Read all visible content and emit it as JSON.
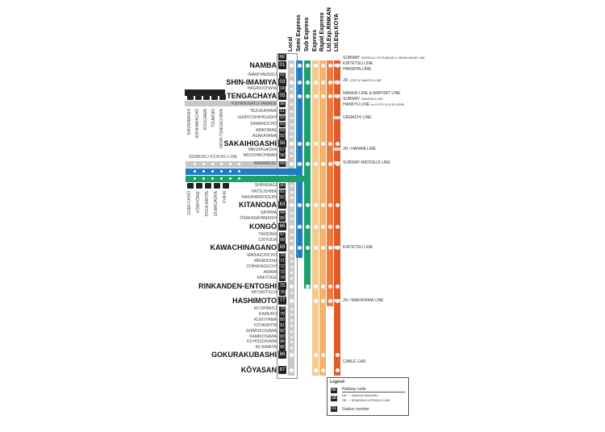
{
  "headers": [
    "Local",
    "Semi Express",
    "Sub Express",
    "Express",
    "Rapid Express",
    "Ltd.Exp.RINKAN",
    "Ltd.Exp.KOYA"
  ],
  "colors": {
    "local": "#c8c8c8",
    "semi": "#1e7bc4",
    "sub": "#1aa06a",
    "express": "#f5c98a",
    "rapid": "#f2b36a",
    "rinkan": "#ee7a3c",
    "koya": "#e35a2a"
  },
  "railway_code": "NK",
  "stations": [
    {
      "name": "NAMBA",
      "num": "01",
      "major": true
    },
    {
      "name": "IMAMIYAEBISU",
      "num": "02",
      "major": false
    },
    {
      "name": "SHIN-IMAMIYA",
      "num": "03",
      "major": true
    },
    {
      "name": "HAGINOCHAYA",
      "num": "04",
      "major": false
    },
    {
      "name": "TENGACHAYA",
      "num": "05",
      "major": true
    },
    {
      "name": "KISHINOSATO-TAMADE",
      "num": "06",
      "major": false
    },
    {
      "name": "TEZUKAYAMA",
      "num": "51",
      "major": false
    },
    {
      "name": "SUMIYOSHIHIGASHI",
      "num": "52",
      "major": false
    },
    {
      "name": "SAWANOCHŌ",
      "num": "53",
      "major": false
    },
    {
      "name": "ABIKOMAE",
      "num": "54",
      "major": false
    },
    {
      "name": "ASAKAYAMA",
      "num": "55",
      "major": false
    },
    {
      "name": "SAKAIHIGASHI",
      "num": "56",
      "major": true
    },
    {
      "name": "MIKUNIGAOKA",
      "num": "57",
      "major": false
    },
    {
      "name": "MOZUHACHIMAN",
      "num": "58",
      "major": false
    },
    {
      "name": "NAKAMOZU",
      "num": "59",
      "major": false
    },
    {
      "name": "SHIRASAGI",
      "num": "60",
      "major": false
    },
    {
      "name": "HATSUSHIBA",
      "num": "61",
      "major": false
    },
    {
      "name": "HAGIHARATENJIN",
      "num": "62",
      "major": false
    },
    {
      "name": "KITANODA",
      "num": "63",
      "major": true
    },
    {
      "name": "SAYAMA",
      "num": "64",
      "major": false
    },
    {
      "name": "ŌSAKASAYAMASHI",
      "num": "65",
      "major": false
    },
    {
      "name": "KONGŌ",
      "num": "66",
      "major": true
    },
    {
      "name": "TAKIDANI",
      "num": "67",
      "major": false
    },
    {
      "name": "CHIYODA",
      "num": "68",
      "major": false
    },
    {
      "name": "KAWACHINAGANO",
      "num": "69",
      "major": true
    },
    {
      "name": "MIKKAICHICHŌ",
      "num": "70",
      "major": false
    },
    {
      "name": "MIKANODAI",
      "num": "71",
      "major": false
    },
    {
      "name": "CHIHAYAGUCHI",
      "num": "72",
      "major": false
    },
    {
      "name": "AMAMI",
      "num": "73",
      "major": false
    },
    {
      "name": "KIMITŌGE",
      "num": "74",
      "major": false
    },
    {
      "name": "RINKANDEN-ENTOSHI",
      "num": "75",
      "major": true
    },
    {
      "name": "MIYUKITSUJI",
      "num": "76",
      "major": false
    },
    {
      "name": "HASHIMOTO",
      "num": "77",
      "major": true
    },
    {
      "name": "KII-SHIMIZU",
      "num": "78",
      "major": false
    },
    {
      "name": "KAMURO",
      "num": "79",
      "major": false
    },
    {
      "name": "KUDOYAMA",
      "num": "80",
      "major": false
    },
    {
      "name": "KŌYASHITA",
      "num": "81",
      "major": false
    },
    {
      "name": "SHIMOKOSAWA",
      "num": "82",
      "major": false
    },
    {
      "name": "KAMIKOSAWA",
      "num": "83",
      "major": false
    },
    {
      "name": "KII-HOSOKAWA",
      "num": "84",
      "major": false
    },
    {
      "name": "KII-KAMIYA",
      "num": "85",
      "major": false
    },
    {
      "name": "GOKURAKUBASHI",
      "num": "86",
      "major": true
    },
    {
      "name": "KŌYASAN",
      "num": "87",
      "major": true
    }
  ],
  "transfers": [
    {
      "main": "SUBWAY",
      "sub": "MIDŌSUJI, YOTSUBASHI & SENNICHIMAE LINE"
    },
    {
      "main": "KINTETSU LINE",
      "sub": ""
    },
    {
      "main": "HANSHIN LINE",
      "sub": ""
    },
    {
      "main": "JR",
      "sub": "LOOP & YAMATOJI LINE"
    },
    {
      "main": "NANKAI LINE & AIRPORT LINE",
      "sub": ""
    },
    {
      "main": "SUBWAY",
      "sub": "SAKAISUJI LINE"
    },
    {
      "main": "HANKYŪ LINE",
      "sub": "for KYOTO & KITA-SENRI"
    },
    {
      "main": "UEMACHI LINE",
      "sub": ""
    },
    {
      "main": "JR / HANWA LINE",
      "sub": ""
    },
    {
      "main": "SUBWAY MIDŌSUJI LINE",
      "sub": ""
    },
    {
      "main": "KINTETSU LINE",
      "sub": ""
    },
    {
      "main": "JR / WAKAYAMA LINE",
      "sub": ""
    },
    {
      "main": "CABLE CAR",
      "sub": ""
    }
  ],
  "branch_top": {
    "codes": [
      "NK",
      "06"
    ],
    "stations": [
      "SHIOMIBASHI",
      "ASHIHARACHŌ",
      "KIZUGAWA",
      "TSUMORI",
      "NISHI-TENGACHAYA"
    ]
  },
  "senboku": {
    "label": "SEMBOKU KŌSOKU LINE",
    "code": "SB",
    "stations": [
      "IZUMI-CHŪŌ",
      "KŌMYŌIKE",
      "TOGA-MIKITA",
      "IZUMIGAOKA",
      "FUKAI"
    ]
  },
  "legend": {
    "title": "Legend",
    "railway_code": "Railway code",
    "nk": "NK ··· NANKAI RAILWAY",
    "sb": "SB ··· SEMBOKU KŌSOKU LINE",
    "station_number": "Station number",
    "nk_code": "NK",
    "sb_code": "SB",
    "num_sample": "01"
  }
}
